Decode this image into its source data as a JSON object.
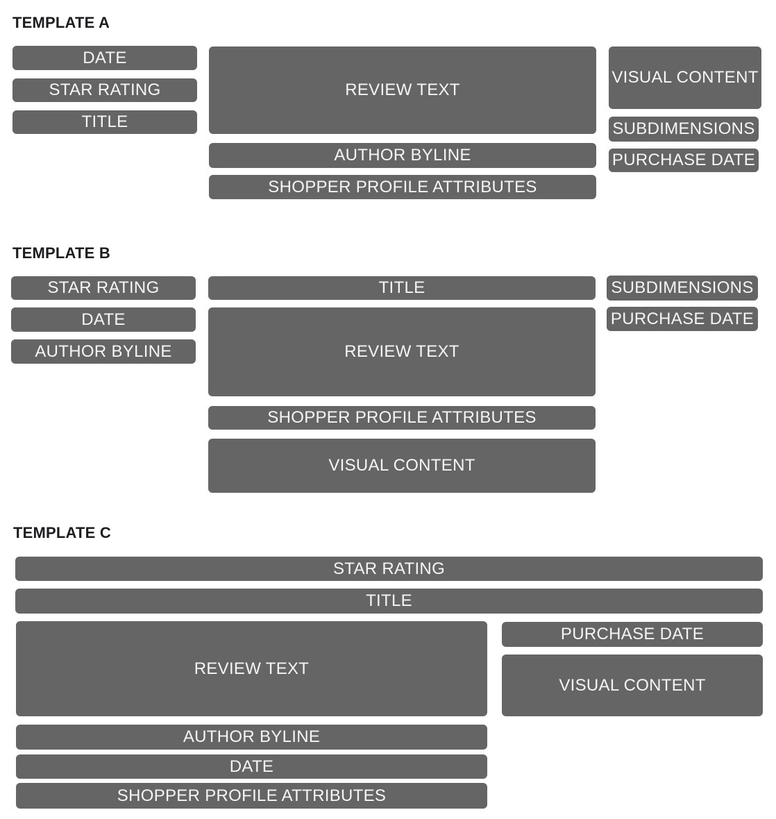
{
  "colors": {
    "background": "#ffffff",
    "box_fill": "#656565",
    "box_label": "#f5f5f5",
    "heading": "#1d1d1f"
  },
  "templates": [
    {
      "name": "TEMPLATE A",
      "boxes": [
        {
          "label": "DATE"
        },
        {
          "label": "STAR RATING"
        },
        {
          "label": "TITLE"
        },
        {
          "label": "REVIEW TEXT"
        },
        {
          "label": "AUTHOR BYLINE"
        },
        {
          "label": "SHOPPER PROFILE ATTRIBUTES"
        },
        {
          "label": "VISUAL CONTENT"
        },
        {
          "label": "SUBDIMENSIONS"
        },
        {
          "label": "PURCHASE DATE"
        }
      ]
    },
    {
      "name": "TEMPLATE B",
      "boxes": [
        {
          "label": "STAR RATING"
        },
        {
          "label": "DATE"
        },
        {
          "label": "AUTHOR BYLINE"
        },
        {
          "label": "TITLE"
        },
        {
          "label": "REVIEW TEXT"
        },
        {
          "label": "SHOPPER PROFILE ATTRIBUTES"
        },
        {
          "label": "VISUAL CONTENT"
        },
        {
          "label": "SUBDIMENSIONS"
        },
        {
          "label": "PURCHASE DATE"
        }
      ]
    },
    {
      "name": "TEMPLATE C",
      "boxes": [
        {
          "label": "STAR RATING"
        },
        {
          "label": "TITLE"
        },
        {
          "label": "REVIEW TEXT"
        },
        {
          "label": "AUTHOR BYLINE"
        },
        {
          "label": "DATE"
        },
        {
          "label": "SHOPPER PROFILE ATTRIBUTES"
        },
        {
          "label": "PURCHASE DATE"
        },
        {
          "label": "VISUAL CONTENT"
        }
      ]
    }
  ]
}
